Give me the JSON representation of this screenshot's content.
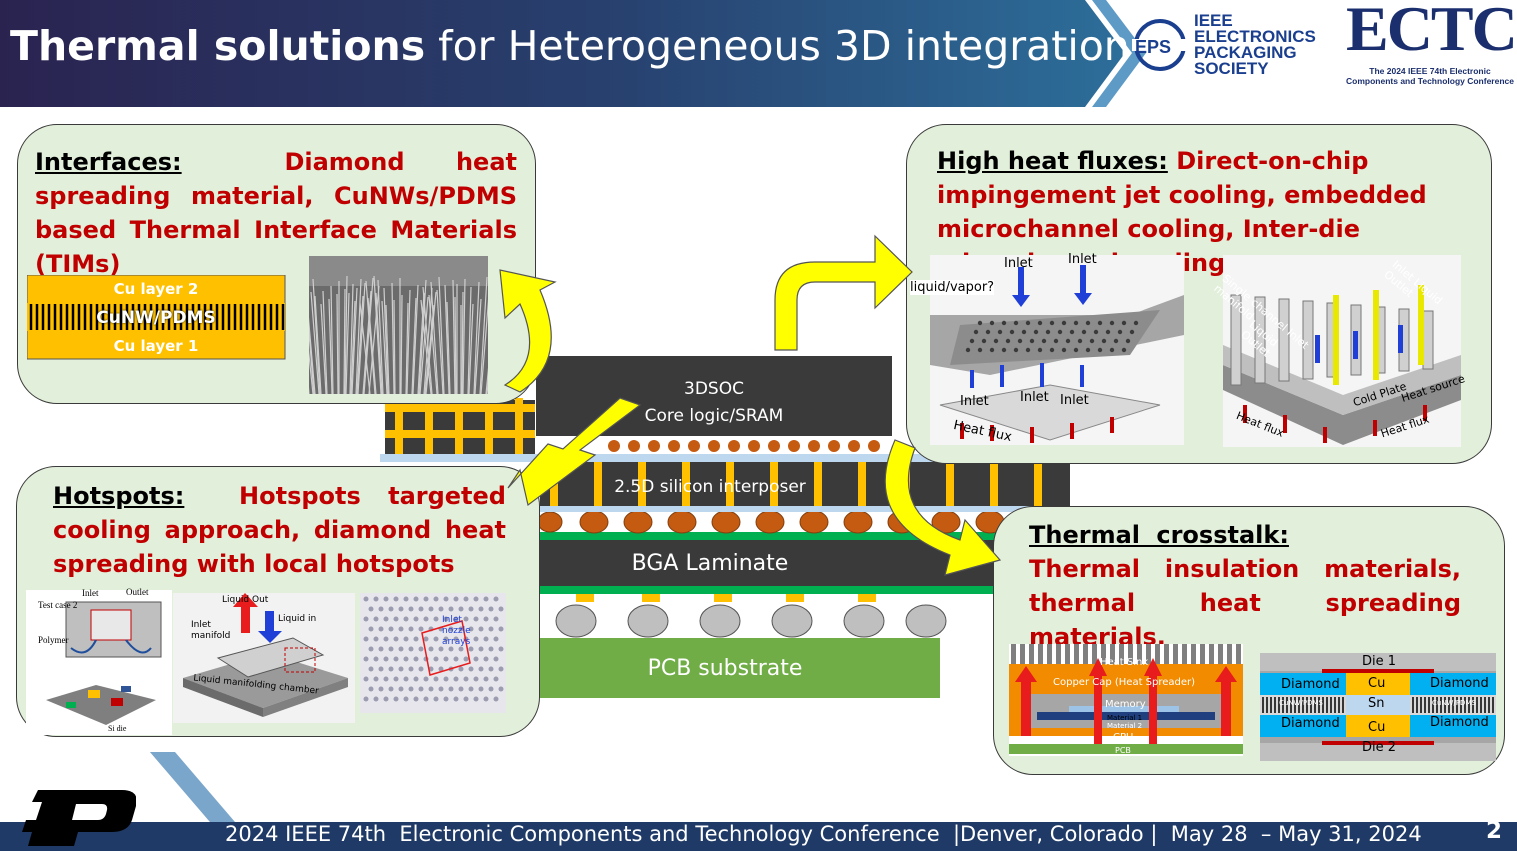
{
  "header": {
    "title_bold": "Thermal solutions",
    "title_rest": " for Heterogeneous 3D integration",
    "eps_logo_lines": [
      "IEEE",
      "ELECTRONICS",
      "PACKAGING",
      "SOCIETY"
    ],
    "ectc_logo": "ECTC",
    "ectc_sub": "The 2024 IEEE 74th Electronic Components and Technology Conference"
  },
  "interfaces": {
    "heading": "Interfaces:",
    "text": "Diamond heat spreading material, CuNWs/PDMS based Thermal Interface Materials (TIMs)",
    "layers": [
      "Cu layer 2",
      "CuNW/PDMS",
      "Cu layer 1"
    ]
  },
  "hotspots": {
    "heading": "Hotspots:",
    "text": "Hotspots targeted cooling approach, diamond heat spreading with local hotspots",
    "fig_labels": [
      "Test case 2",
      "Inlet",
      "Outlet",
      "Polymer",
      "Si die",
      "Liquid Out",
      "Liquid in",
      "Inlet manifold",
      "Liquid manifolding chamber",
      "Inlet nozzle arrays"
    ]
  },
  "high_flux": {
    "heading": "High heat fluxes:",
    "text": "Direct-on-chip impingement jet cooling, embedded microchannel cooling, Inter-die microchannel cooling",
    "fig1_labels": [
      "Inlet",
      "Inlet",
      "liquid/vapor?",
      "Inlet",
      "Inlet",
      "Inlet",
      "Heat flux"
    ],
    "fig2_labels": [
      "Single channel Inlet manifold",
      "Inlet Liquid Outlet",
      "Liquid Outlet",
      "Cold Plate",
      "Heat source",
      "Heat flux",
      "Heat flux"
    ]
  },
  "crosstalk": {
    "heading": "Thermal crosstalk:",
    "text": "Thermal insulation materials, thermal heat spreading materials.",
    "fig1_labels": [
      "Heat Sink",
      "Copper Cap (Heat Spreader)",
      "Memory",
      "Material 1",
      "Material 2",
      "CPU",
      "PCB"
    ],
    "fig2_labels": [
      "Die 1",
      "Diamond",
      "Cu",
      "Diamond",
      "CuNW/PDMS",
      "Sn",
      "CuNW/PDMS",
      "Diamond",
      "Cu",
      "Diamond",
      "Die 2"
    ]
  },
  "stack": {
    "soc": [
      "3DSOC",
      "Core logic/SRAM"
    ],
    "interposer": "2.5D silicon interposer",
    "bga": "BGA Laminate",
    "pcb": "PCB substrate"
  },
  "footer": {
    "conference": "2024 IEEE 74th  Electronic Components and Technology Conference  |Denver, Colorado |  May 28  – May 31, 2024",
    "page": "2"
  },
  "colors": {
    "header_dark": "#24285a",
    "header_mid": "#2e5f8f",
    "panel_bg": "#e2efda",
    "accent_red": "#c00000",
    "pcb_green": "#70ad47",
    "arrow_yellow": "#ffff00",
    "ball_orange": "#c55a11"
  }
}
